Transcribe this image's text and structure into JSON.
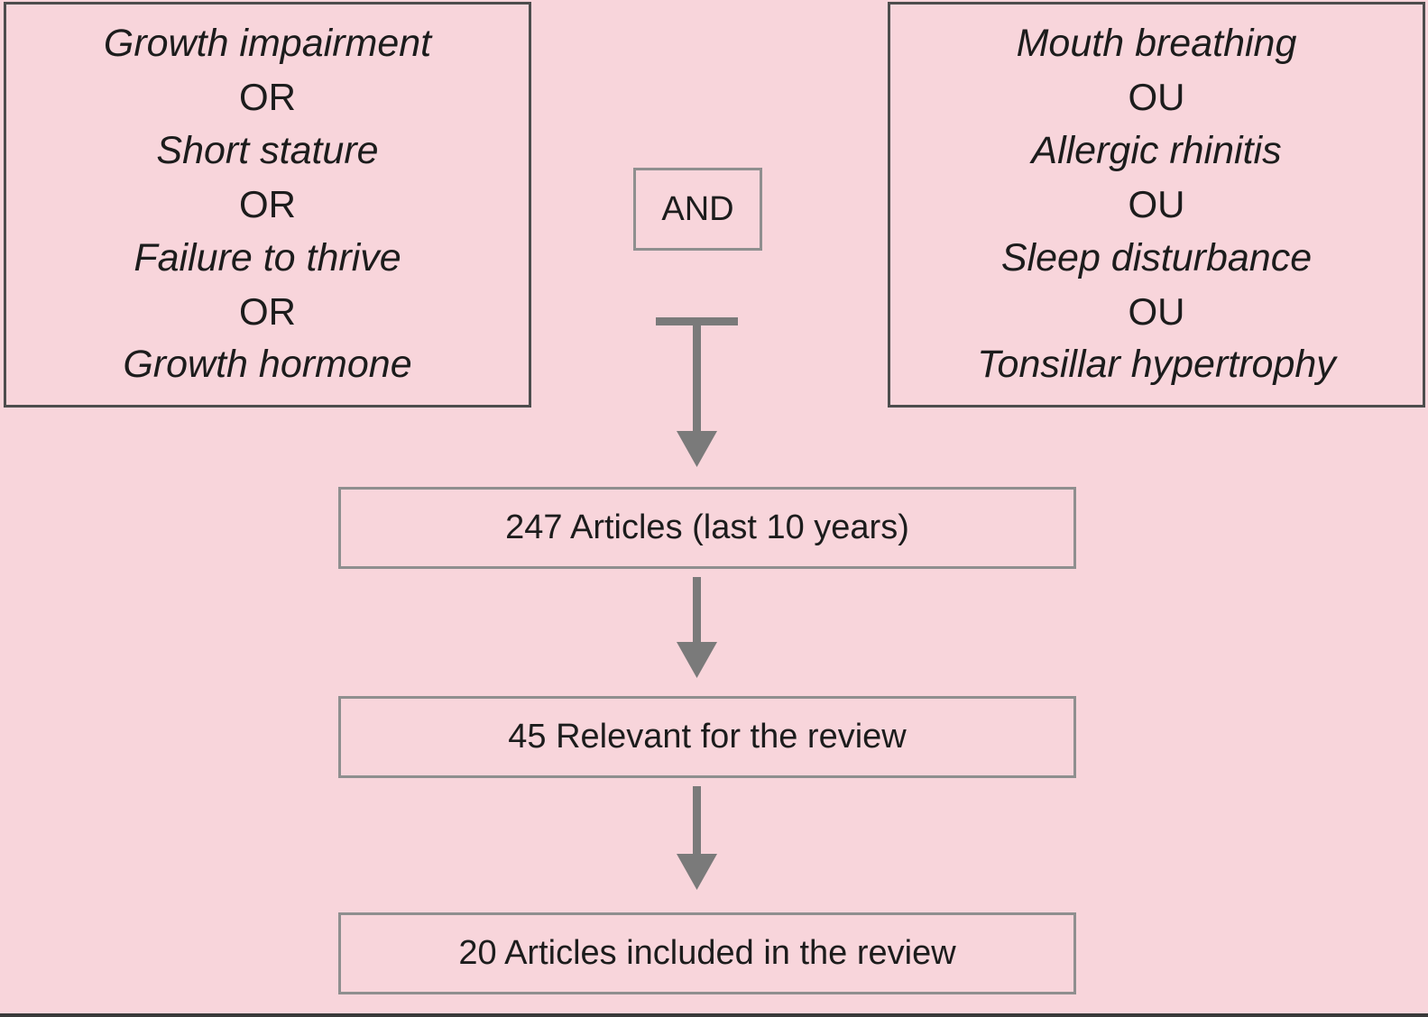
{
  "colors": {
    "background": "#f8d5db",
    "box_border_dark": "#4d4d4d",
    "box_border_gray": "#8f8f8f",
    "arrow": "#7a7a7a",
    "text": "#1c1c1c"
  },
  "left_keyword_box": {
    "lines": [
      {
        "text": "Growth impairment",
        "type": "term"
      },
      {
        "text": "OR",
        "type": "operator"
      },
      {
        "text": "Short stature",
        "type": "term"
      },
      {
        "text": "OR",
        "type": "operator"
      },
      {
        "text": "Failure to thrive",
        "type": "term"
      },
      {
        "text": "OR",
        "type": "operator"
      },
      {
        "text": "Growth hormone",
        "type": "term"
      }
    ]
  },
  "and_connector": {
    "label": "AND"
  },
  "right_keyword_box": {
    "lines": [
      {
        "text": "Mouth breathing",
        "type": "term"
      },
      {
        "text": "OU",
        "type": "operator"
      },
      {
        "text": "Allergic rhinitis",
        "type": "term"
      },
      {
        "text": "OU",
        "type": "operator"
      },
      {
        "text": "Sleep disturbance",
        "type": "term"
      },
      {
        "text": "OU",
        "type": "operator"
      },
      {
        "text": "Tonsillar hypertrophy",
        "type": "term"
      }
    ]
  },
  "flow_steps": [
    {
      "label": "247 Articles (last 10 years)"
    },
    {
      "label": "45 Relevant for the review"
    },
    {
      "label": "20 Articles included in the review"
    }
  ]
}
